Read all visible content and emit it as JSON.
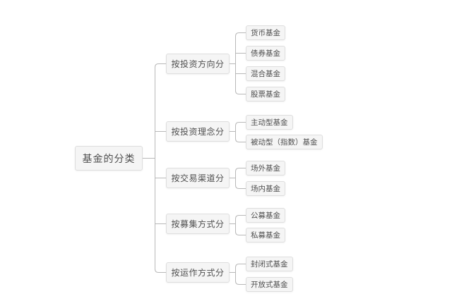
{
  "diagram": {
    "root": {
      "label": "基金的分类"
    },
    "branches": [
      {
        "label": "按投资方向分",
        "children": [
          {
            "label": "货币基金"
          },
          {
            "label": "债券基金"
          },
          {
            "label": "混合基金"
          },
          {
            "label": "股票基金"
          }
        ]
      },
      {
        "label": "按投资理念分",
        "children": [
          {
            "label": "主动型基金"
          },
          {
            "label": "被动型（指数）基金"
          }
        ]
      },
      {
        "label": "按交易渠道分",
        "children": [
          {
            "label": "场外基金"
          },
          {
            "label": "场内基金"
          }
        ]
      },
      {
        "label": "按募集方式分",
        "children": [
          {
            "label": "公募基金"
          },
          {
            "label": "私募基金"
          }
        ]
      },
      {
        "label": "按运作方式分",
        "children": [
          {
            "label": "封闭式基金"
          },
          {
            "label": "开放式基金"
          }
        ]
      }
    ],
    "colors": {
      "canvas_bg": "#ffffff",
      "node_bg": "#f5f5f5",
      "node_border": "#dedede",
      "node_text": "#4f4f4f",
      "connector": "#b8b8b8"
    }
  }
}
